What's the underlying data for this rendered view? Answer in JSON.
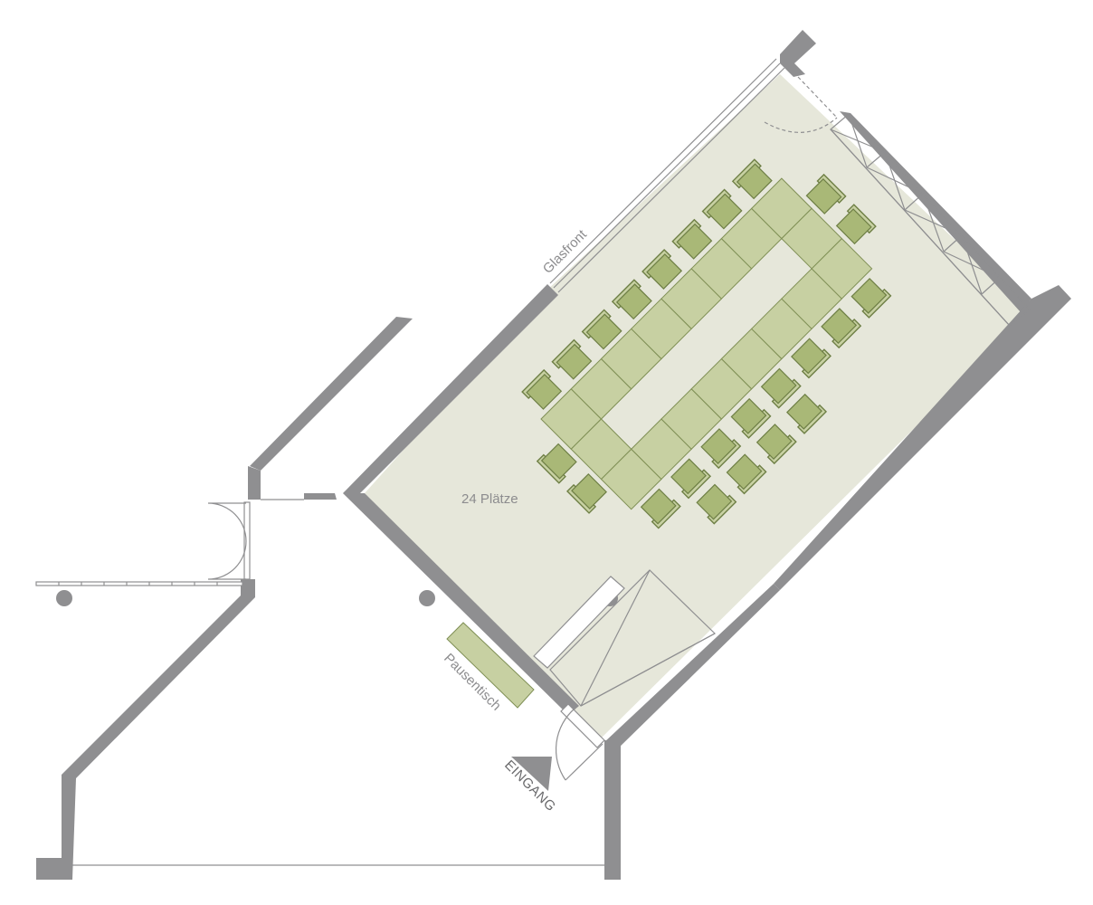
{
  "labels": {
    "glasfront": "Glasfront",
    "capacity": "24 Plätze",
    "pausentisch": "Pausentisch",
    "eingang": "EINGANG"
  },
  "colors": {
    "wall": "#8f8f91",
    "floor": "#e6e7da",
    "table": "#c7d0a2",
    "chair": "#a9b877"
  },
  "seating": {
    "chairs_total": 24
  }
}
